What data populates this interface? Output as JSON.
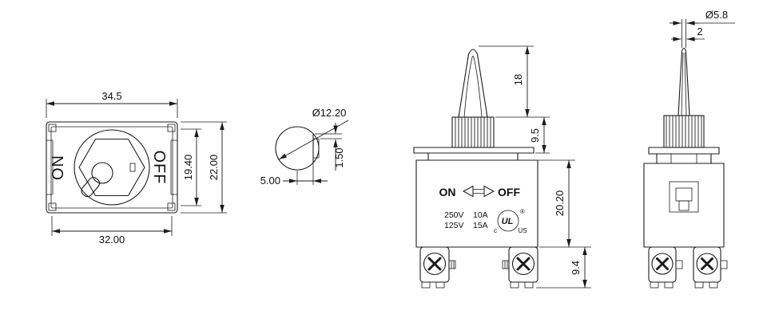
{
  "top_view": {
    "on_label": "ON",
    "off_label": "OFF",
    "dim_top_width": "34.5",
    "dim_bottom_width": "32.00",
    "dim_inner_height": "19.40",
    "dim_outer_height": "22.00"
  },
  "hole_detail": {
    "dim_diameter": "Ø12.20",
    "dim_center_to_flat": "5.00",
    "dim_flat_step": "1.50"
  },
  "front_view": {
    "on_label": "ON",
    "off_label": "OFF",
    "ratings": [
      {
        "voltage": "250V",
        "current": "10A"
      },
      {
        "voltage": "125V",
        "current": "15A"
      }
    ],
    "ul_mark": "UL",
    "ul_registered": "®",
    "cert_c": "c",
    "cert_us": "US",
    "dim_lever_height": "18",
    "dim_bushing_height": "9.5",
    "dim_body_height": "20.20",
    "dim_terminal_height": "9.4"
  },
  "side_view": {
    "dim_lever_diameter": "Ø5.8",
    "dim_tip_width": "2"
  },
  "colors": {
    "line": "#1c1c1c",
    "background": "#ffffff"
  }
}
